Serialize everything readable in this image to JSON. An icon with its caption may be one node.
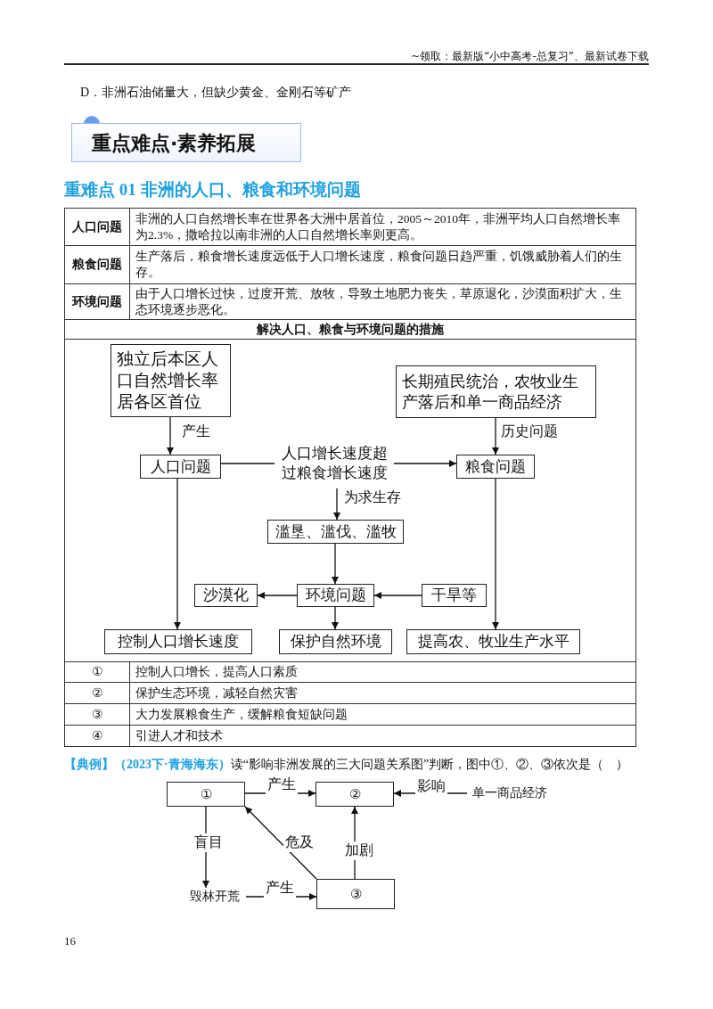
{
  "diagram": {
    "nodes": [
      {
        "text": [
          "独立后本区人口自然增长率居各区首位"
        ]
      },
      {
        "text": [
          "长期殖民统治，农牧业生产落后和单一商品经济"
        ]
      },
      {
        "text": [
          "人口问题"
        ]
      },
      {
        "text": [
          "粮食问题"
        ]
      },
      {
        "text": [
          "滥垦、滥伐、滥牧"
        ]
      },
      {
        "text": [
          "沙漠化"
        ]
      },
      {
        "text": [
          "环境问题"
        ]
      },
      {
        "text": [
          "干旱等"
        ]
      },
      {
        "text": [
          "控制人口增长速度"
        ]
      },
      {
        "text": [
          "保护自然环境"
        ]
      },
      {
        "text": [
          "提高农、牧业生产水平"
        ]
      },
      {
        "text": [
          "①"
        ]
      },
      {
        "text": [
          "②"
        ]
      },
      {
        "text": [
          "单一商品经济"
        ]
      },
      {
        "text": [
          "毁林开荒"
        ]
      },
      {
        "text": [
          "③"
        ]
      }
    ],
    "edges": [
      {
        "from": 0,
        "to": 2,
        "arrow": "to",
        "label": "产生"
      },
      {
        "from": 1,
        "to": 3,
        "arrow": "to",
        "label": "历史问题"
      },
      {
        "from": 2,
        "to": 3,
        "arrow": "to",
        "label": "人口增长速度超过粮食增长速度"
      },
      {
        "from": null,
        "to": 4,
        "arrow": "to",
        "label": "为求生存"
      },
      {
        "from": 4,
        "to": 6,
        "arrow": "to"
      },
      {
        "from": 6,
        "to": 5,
        "arrow": "to"
      },
      {
        "from": 7,
        "to": 6,
        "arrow": "to"
      },
      {
        "from": 6,
        "to": 9,
        "arrow": "to"
      },
      {
        "from": 2,
        "to": 8,
        "arrow": "to"
      },
      {
        "from": 3,
        "to": 10,
        "arrow": "to"
      },
      {
        "from": 11,
        "to": 12,
        "arrow": "to",
        "label": "产生"
      },
      {
        "from": 13,
        "to": 12,
        "arrow": "to",
        "label": "影响"
      },
      {
        "from": 11,
        "to": 14,
        "arrow": "to",
        "label": "盲目"
      },
      {
        "from": 15,
        "to": 11,
        "arrow": "to",
        "label": "危及"
      },
      {
        "from": 15,
        "to": 12,
        "arrow": "to",
        "label": "加剧"
      },
      {
        "from": 14,
        "to": 15,
        "arrow": "to",
        "label": "产生"
      }
    ],
    "labels": [
      "~领取：最新版“小中高考-总复习”、最新试卷下载",
      "D．非洲石油储量大，但缺少黄金、金刚石等矿产",
      "重点难点·素养拓展",
      "重难点 01 非洲的人口、粮食和环境问题",
      "人口问题",
      "非洲的人口自然增长率在世界各大洲中居首位，2005～2010年，非洲平均人口自然增长率为2.3%，撒哈拉以南非洲的人口自然增长率则更高。",
      "粮食问题",
      "生产落后，粮食增长速度远低于人口增长速度，粮食问题日趋严重，饥饿威胁着人们的生存。",
      "环境问题",
      "由于人口增长过快，过度开荒、放牧，导致土地肥力丧失，草原退化，沙漠面积扩大，生态环境逐步恶化。",
      "解决人口、粮食与环境问题的措施",
      "①",
      "控制人口增长，提高人口素质",
      "②",
      "保护生态环境，减轻自然灾害",
      "③",
      "大力发展粮食生产，缓解粮食短缺问题",
      "④",
      "引进人才和技术",
      "**【典例】（2023下·青海海东）**读“影响非洲发展的三大问题关系图”判断，图中①、②、③依次是（　）",
      "16"
    ]
  }
}
